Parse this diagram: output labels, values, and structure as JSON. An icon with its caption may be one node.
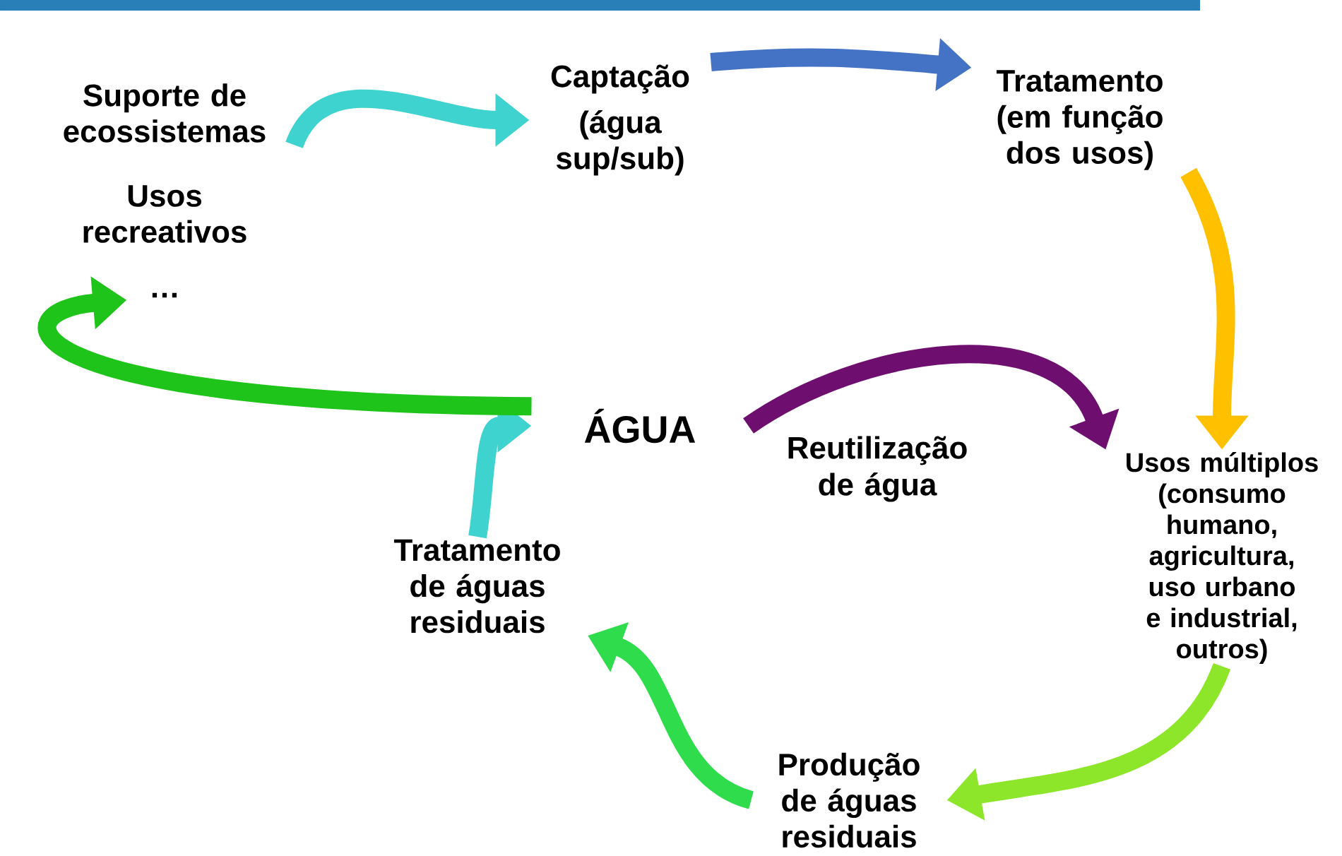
{
  "diagram": {
    "nodes": [
      {
        "text": [
          "Suporte de ecossistemas"
        ]
      },
      {
        "text": [
          "Captação",
          "(água sup/sub)"
        ]
      },
      {
        "text": [
          "Tratamento (em função dos usos)"
        ]
      },
      {
        "text": [
          "Usos múltiplos (consumo humano, agricultura, uso urbano e industrial, outros)"
        ]
      },
      {
        "text": [
          "Produção de águas residuais"
        ]
      },
      {
        "text": [
          "Tratamento de águas residuais"
        ]
      },
      {
        "text": [
          "ÁGUA"
        ]
      },
      {
        "text": [
          "…"
        ]
      }
    ],
    "edges": [
      {
        "from": 0,
        "to": 1,
        "arrow": "to",
        "color": "#3fd3cf"
      },
      {
        "from": 1,
        "to": 2,
        "arrow": "to",
        "color": "#4472c4"
      },
      {
        "from": 2,
        "to": 3,
        "arrow": "to",
        "color": "#ffc000"
      },
      {
        "from": 3,
        "to": 4,
        "arrow": "to",
        "color": "#8ee62a"
      },
      {
        "from": 4,
        "to": 5,
        "arrow": "to",
        "color": "#2fdc4c"
      },
      {
        "from": 5,
        "to": 6,
        "arrow": "to",
        "color": "#3fd3cf"
      },
      {
        "from": 6,
        "to": 7,
        "arrow": "to",
        "color": "#1fc41a"
      },
      {
        "from": 6,
        "to": 3,
        "arrow": "to",
        "color": "#6e0f70",
        "label": "Reutilização de água"
      }
    ],
    "labels": [
      "Usos recreativos"
    ]
  }
}
